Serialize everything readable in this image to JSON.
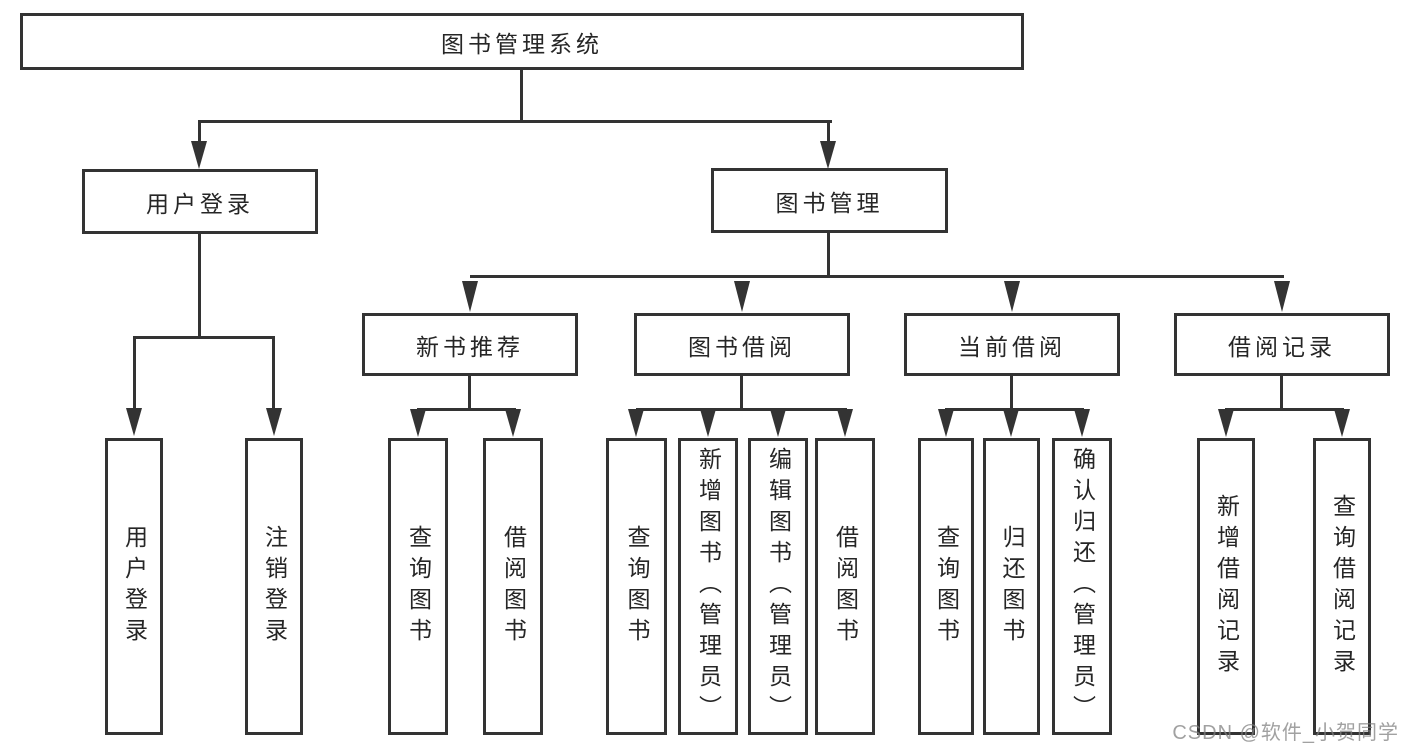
{
  "watermark": "CSDN @软件_小贺同学",
  "colors": {
    "line": "#333333",
    "text": "#262626",
    "watermark": "#828282",
    "background": "#ffffff"
  },
  "tree": {
    "label": "图书管理系统",
    "children": [
      {
        "label": "用户登录",
        "children": [
          {
            "label": "用户登录"
          },
          {
            "label": "注销登录"
          }
        ]
      },
      {
        "label": "图书管理",
        "children": [
          {
            "label": "新书推荐",
            "children": [
              {
                "label": "查询图书"
              },
              {
                "label": "借阅图书"
              }
            ]
          },
          {
            "label": "图书借阅",
            "children": [
              {
                "label": "查询图书"
              },
              {
                "label": "新增图书（管理员）"
              },
              {
                "label": "编辑图书（管理员）"
              },
              {
                "label": "借阅图书"
              }
            ]
          },
          {
            "label": "当前借阅",
            "children": [
              {
                "label": "查询图书"
              },
              {
                "label": "归还图书"
              },
              {
                "label": "确认归还（管理员）"
              }
            ]
          },
          {
            "label": "借阅记录",
            "children": [
              {
                "label": "新增借阅记录"
              },
              {
                "label": "查询借阅记录"
              }
            ]
          }
        ]
      }
    ]
  }
}
